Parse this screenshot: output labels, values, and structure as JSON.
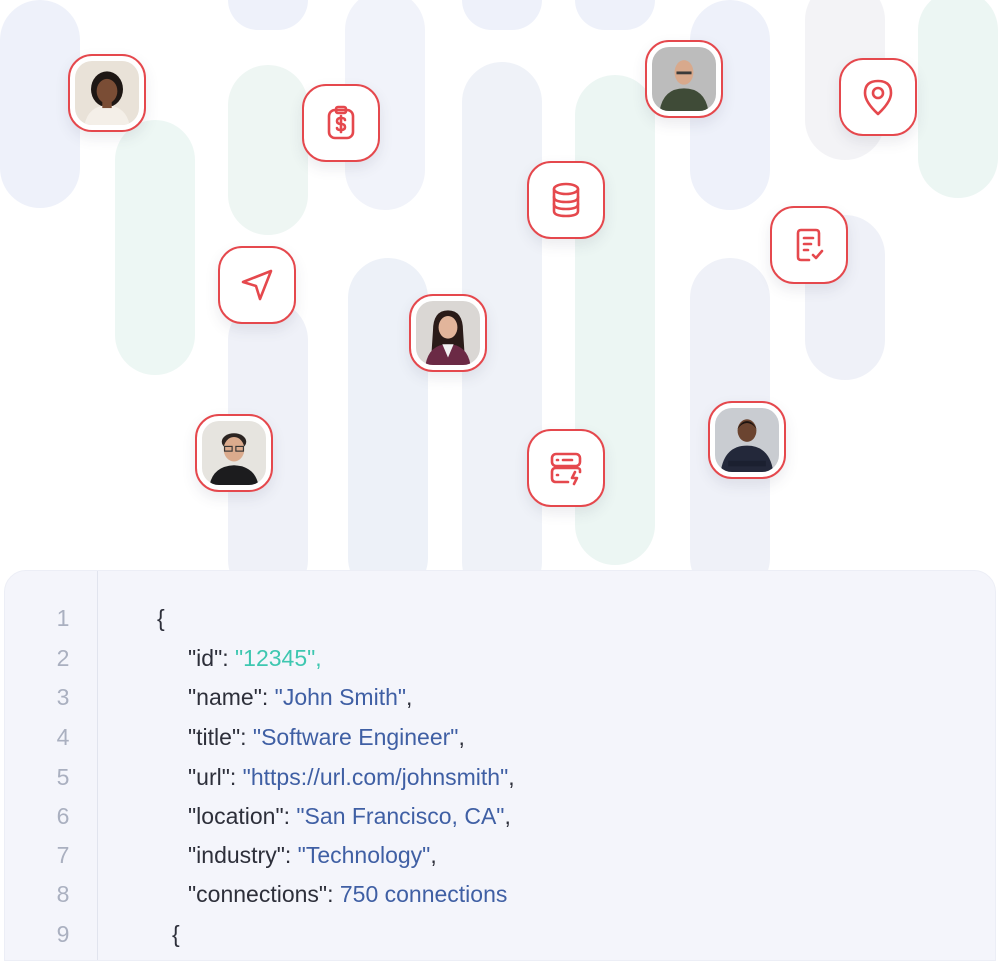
{
  "icons": {
    "receipt": "dollar-clipboard-icon",
    "database": "database-icon",
    "location": "map-pin-icon",
    "document": "document-check-icon",
    "send": "navigation-arrow-icon",
    "server": "server-bolt-icon"
  },
  "colors": {
    "accent": "#e5484d",
    "code_background": "#f4f5fb",
    "string_blue": "#3f5fa4",
    "string_teal": "#3ec7b0",
    "line_number": "#aab0c0"
  },
  "code": {
    "lines": [
      {
        "number": "1",
        "text": "{"
      },
      {
        "number": "2",
        "key": "\"id\"",
        "sep": ": ",
        "value": "\"12345\","
      },
      {
        "number": "3",
        "key": "\"name\"",
        "sep": ": ",
        "value": "\"John Smith\"",
        "tail": ","
      },
      {
        "number": "4",
        "key": "\"title\"",
        "sep": ": ",
        "value": "\"Software Engineer\"",
        "tail": ","
      },
      {
        "number": "5",
        "key": "\"url\"",
        "sep": ": ",
        "value": "\"https://url.com/johnsmith\"",
        "tail": ","
      },
      {
        "number": "6",
        "key": "\"location\"",
        "sep": ": ",
        "value": "\"San Francisco, CA\"",
        "tail": ","
      },
      {
        "number": "7",
        "key": "\"industry\"",
        "sep": ": ",
        "value": "\"Technology\"",
        "tail": ","
      },
      {
        "number": "8",
        "key": "\"connections\"",
        "sep": ": ",
        "value": "750 connections"
      },
      {
        "number": "9",
        "text": "{"
      }
    ]
  }
}
